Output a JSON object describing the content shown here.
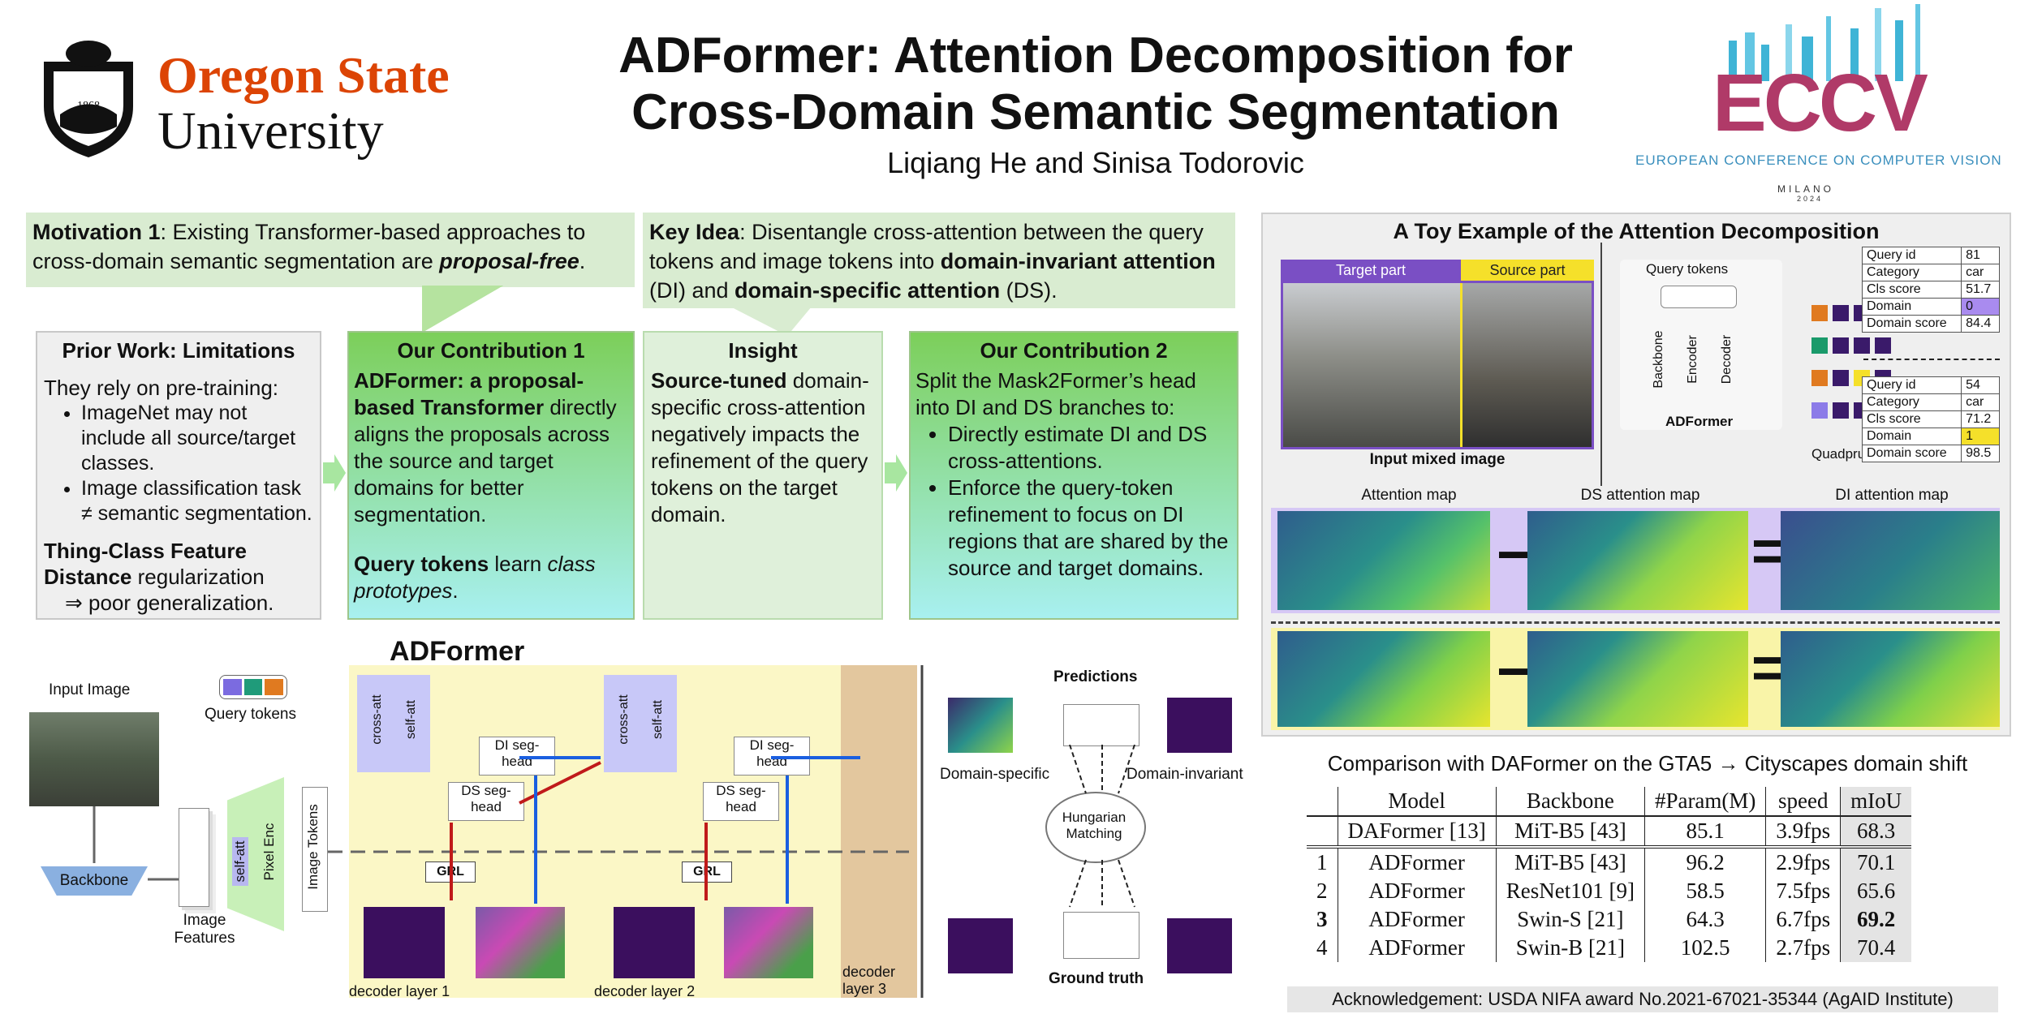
{
  "header": {
    "university_line1": "Oregon State",
    "university_line2": "University",
    "seal_year": "1868",
    "title_line1": "ADFormer: Attention Decomposition for",
    "title_line2": "Cross-Domain Semantic Segmentation",
    "authors": "Liqiang He and Sinisa Todorovic",
    "eccv_logo": "ECCV",
    "eccv_full": "EUROPEAN CONFERENCE ON COMPUTER VISION",
    "eccv_city": "MILANO",
    "eccv_year": "2024"
  },
  "motivation": {
    "label": "Motivation 1",
    "text_a": ": Existing Transformer-based approaches to cross-domain semantic segmentation are ",
    "emph": "proposal-free",
    "text_b": "."
  },
  "key_idea": {
    "label": "Key Idea",
    "text_a": ": Disentangle cross-attention between the query tokens and image tokens into ",
    "di": "domain-invariant attention",
    "text_b": " (DI) and ",
    "ds": "domain-specific attention",
    "text_c": " (DS)."
  },
  "prior": {
    "heading": "Prior Work: Limitations",
    "intro": "They rely on pre-training:",
    "bullets": [
      "ImageNet may not include all source/target classes.",
      "Image classification task ≠ semantic segmentation."
    ],
    "bold": "Thing-Class Feature Distance",
    "rest": " regularization",
    "result": "⇒ poor generalization."
  },
  "contribution1": {
    "heading": "Our Contribution 1",
    "bold": "ADFormer: a proposal-based Transformer",
    "text": " directly aligns the proposals across the source and target domains for better segmentation.",
    "bold2": "Query tokens",
    "text2": " learn ",
    "emph2": "class prototypes",
    "text3": "."
  },
  "insight": {
    "heading": "Insight",
    "bold": "Source-tuned",
    "text": " domain-specific cross-attention negatively impacts the refinement of the query tokens on the target domain."
  },
  "contribution2": {
    "heading": "Our Contribution 2",
    "intro": "Split the Mask2Former’s head into DI and DS branches to:",
    "bullets": [
      "Directly estimate DI and DS cross-attentions.",
      "Enforce the query-token refinement to focus on DI regions that are shared by the source and target domains."
    ]
  },
  "toy": {
    "title": "A Toy Example of the Attention Decomposition",
    "target_part": "Target part",
    "source_part": "Source part",
    "input_caption": "Input mixed image",
    "query_tokens": "Query tokens",
    "backbone": "Backbone",
    "encoder": "Encoder",
    "decoder": "Decoder",
    "adformer": "ADFormer",
    "quadruples": "Quadpruples",
    "table1": [
      [
        "Query id",
        "81"
      ],
      [
        "Category",
        "car"
      ],
      [
        "Cls score",
        "51.7"
      ],
      [
        "Domain",
        "0"
      ],
      [
        "Domain score",
        "84.4"
      ]
    ],
    "table2": [
      [
        "Query id",
        "54"
      ],
      [
        "Category",
        "car"
      ],
      [
        "Cls score",
        "71.2"
      ],
      [
        "Domain",
        "1"
      ],
      [
        "Domain score",
        "98.5"
      ]
    ],
    "attn_label": "Attention map",
    "ds_label": "DS attention map",
    "di_label": "DI attention map",
    "minus": "−",
    "equals": "="
  },
  "arch": {
    "title": "ADFormer",
    "input_image": "Input Image",
    "query_tokens": "Query tokens",
    "backbone": "Backbone",
    "image_features": "Image Features",
    "self_att": "self-att",
    "pixel_enc": "Pixel Enc",
    "image_tokens": "Image Tokens",
    "cross_att": "cross-att",
    "di_head": "DI seg-head",
    "ds_head": "DS seg-head",
    "grl": "GRL",
    "layer1": "decoder layer 1",
    "layer2": "decoder layer 2",
    "layer3": "decoder layer 3",
    "predictions": "Predictions",
    "domain_specific": "Domain-specific",
    "domain_invariant": "Domain-invariant",
    "hungarian": "Hungarian Matching",
    "ground_truth": "Ground truth"
  },
  "comparison": {
    "title": "Comparison with DAFormer on the GTA5 → Cityscapes domain shift",
    "headers": [
      "",
      "Model",
      "Backbone",
      "#Param(M)",
      "speed",
      "mIoU"
    ],
    "baseline": [
      "",
      "DAFormer [13]",
      "MiT-B5 [43]",
      "85.1",
      "3.9fps",
      "68.3"
    ],
    "rows": [
      [
        "1",
        "ADFormer",
        "MiT-B5 [43]",
        "96.2",
        "2.9fps",
        "70.1"
      ],
      [
        "2",
        "ADFormer",
        "ResNet101 [9]",
        "58.5",
        "7.5fps",
        "65.6"
      ],
      [
        "3",
        "ADFormer",
        "Swin-S [21]",
        "64.3",
        "6.7fps",
        "69.2"
      ],
      [
        "4",
        "ADFormer",
        "Swin-B [21]",
        "102.5",
        "2.7fps",
        "70.4"
      ]
    ]
  },
  "ack": "Acknowledgement: USDA NIFA award No.2021-67021-35344 (AgAID Institute)",
  "colors": {
    "osu_orange": "#dc4405",
    "box_green_top": "#7ccf5a",
    "box_cyan_bottom": "#a8f0f0",
    "panel_grey": "#efefef"
  }
}
